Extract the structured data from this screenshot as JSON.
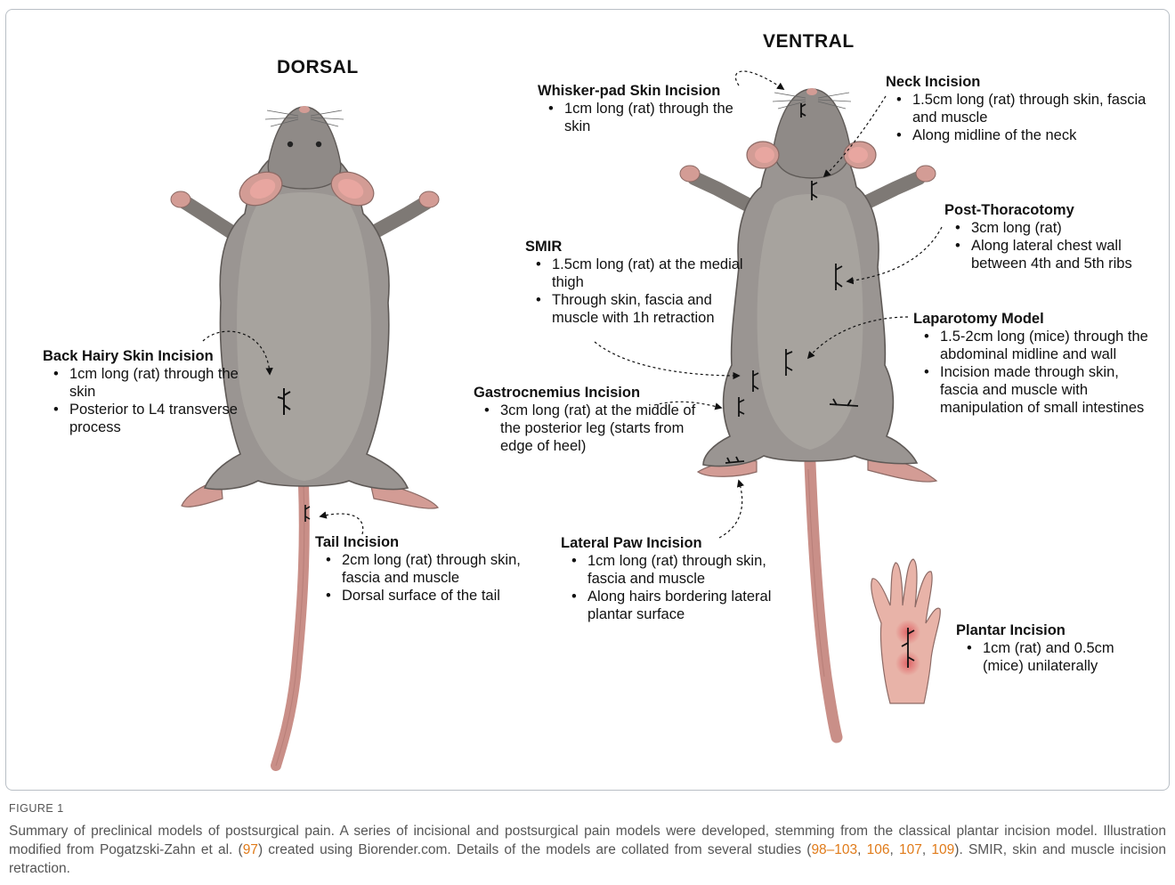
{
  "titles": {
    "dorsal": "DORSAL",
    "ventral": "VENTRAL"
  },
  "labels": {
    "whisker": {
      "title": "Whisker-pad Skin Incision",
      "items": [
        "1cm long (rat) through the skin"
      ]
    },
    "neck": {
      "title": "Neck Incision",
      "items": [
        "1.5cm long (rat) through skin, fascia and muscle",
        "Along midline of the neck"
      ]
    },
    "thoracotomy": {
      "title": "Post-Thoracotomy",
      "items": [
        "3cm long (rat)",
        "Along lateral chest wall between 4th and 5th ribs"
      ]
    },
    "smir": {
      "title": "SMIR",
      "items": [
        "1.5cm long (rat) at the medial thigh",
        "Through skin, fascia and muscle with 1h retraction"
      ]
    },
    "laparotomy": {
      "title": "Laparotomy Model",
      "items": [
        "1.5-2cm long (mice) through the abdominal midline and wall",
        "Incision made through skin, fascia and muscle with manipulation of small intestines"
      ]
    },
    "back": {
      "title": "Back Hairy Skin Incision",
      "items": [
        "1cm long (rat) through the skin",
        "Posterior to L4 transverse process"
      ]
    },
    "gastrocnemius": {
      "title": "Gastrocnemius Incision",
      "items": [
        "3cm long (rat) at the middle of the posterior leg (starts from edge of heel)"
      ]
    },
    "tail": {
      "title": "Tail Incision",
      "items": [
        "2cm long (rat) through skin, fascia and muscle",
        "Dorsal surface of the tail"
      ]
    },
    "paw": {
      "title": "Lateral Paw Incision",
      "items": [
        "1cm long (rat) through skin, fascia and muscle",
        "Along hairs bordering lateral plantar surface"
      ]
    },
    "plantar": {
      "title": "Plantar Incision",
      "items": [
        "1cm (rat) and 0.5cm (mice) unilaterally"
      ]
    }
  },
  "caption": {
    "figure_label": "FIGURE 1",
    "text_1": "Summary of preclinical models of postsurgical pain. A series of incisional and postsurgical pain models were developed, stemming from the classical plantar incision model. Illustration modified from Pogatzski-Zahn et al. (",
    "ref_97": "97",
    "text_2": ") created using Biorender.com. Details of the models are collated from several studies (",
    "ref_98_103": "98–103",
    "sep_1": ", ",
    "ref_106": "106",
    "sep_2": ", ",
    "ref_107": "107",
    "sep_3": ", ",
    "ref_109": "109",
    "text_3": "). SMIR, skin and muscle incision retraction."
  },
  "colors": {
    "body": "#9a9592",
    "outline": "#5f5a57",
    "skin": "#d39c95",
    "ear_inner": "#e8a6a0",
    "link": "#e07b1a",
    "wound": "#e0555a"
  }
}
